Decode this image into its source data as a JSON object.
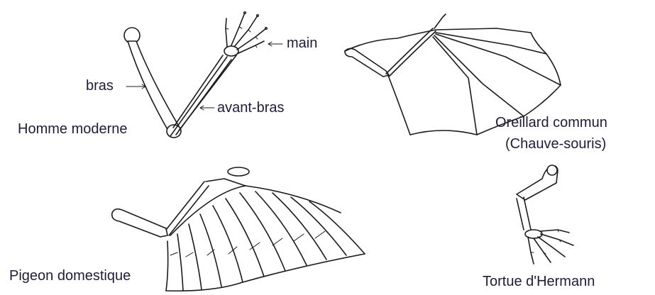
{
  "labels": {
    "main": "main",
    "bras": "bras",
    "avant_bras": "avant-bras",
    "homme": "Homme moderne",
    "oreillard": "Oreillard commun",
    "chauve_souris": "(Chauve-souris)",
    "pigeon": "Pigeon domestique",
    "tortue": "Tortue d'Hermann"
  },
  "colors": {
    "ink": "#1b1b1b",
    "text": "#1d1d3b"
  }
}
